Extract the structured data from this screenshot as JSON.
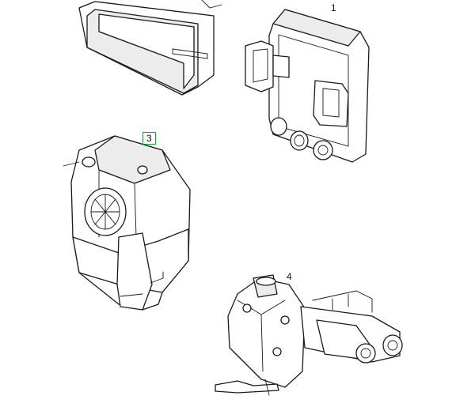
{
  "callouts": [
    {
      "id": "1",
      "label": "1",
      "boxed": false
    },
    {
      "id": "3",
      "label": "3",
      "boxed": true,
      "box_color": "#2a9a3a"
    },
    {
      "id": "4",
      "label": "4",
      "boxed": false
    }
  ],
  "parts": [
    {
      "name": "bracket-channel",
      "icon": "bracket-icon"
    },
    {
      "name": "control-module",
      "icon": "module-icon"
    },
    {
      "name": "window-motor-assembly",
      "icon": "motor-icon"
    },
    {
      "name": "actuator-assembly",
      "icon": "actuator-icon"
    }
  ]
}
